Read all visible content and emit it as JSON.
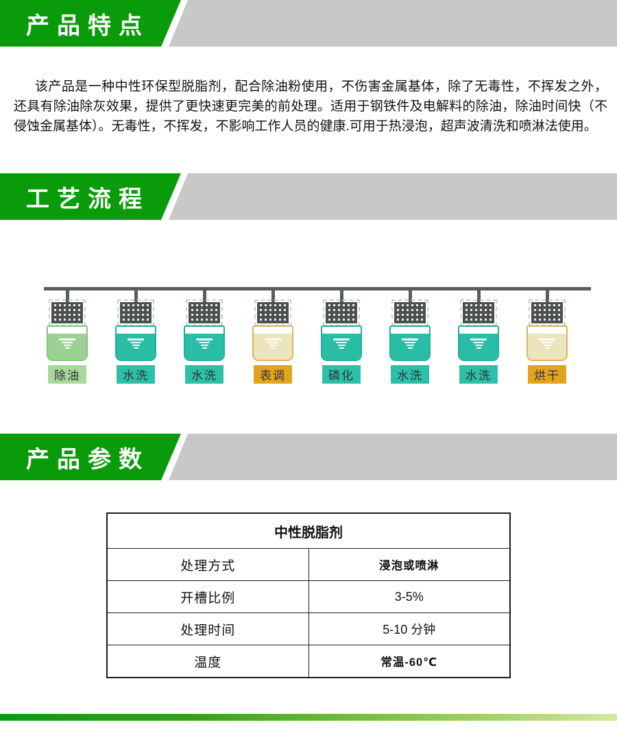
{
  "banners": [
    {
      "title": "产品特点"
    },
    {
      "title": "工艺流程"
    },
    {
      "title": "产品参数"
    }
  ],
  "intro": {
    "text": "该产品是一种中性环保型脱脂剂，配合除油粉使用，不伤害金属基体，除了无毒性，不挥发之外，还具有除油除灰效果，提供了更快速更完美的前处理。适用于钢铁件及电解料的除油，除油时间快（不侵蚀金属基体）。无毒性，不挥发，不影响工作人员的健康.可用于热浸泡，超声波清洗和喷淋法使用。"
  },
  "process": {
    "steps": [
      {
        "label": "除油",
        "type": "green"
      },
      {
        "label": "水洗",
        "type": "teal"
      },
      {
        "label": "水洗",
        "type": "teal"
      },
      {
        "label": "表调",
        "type": "gold"
      },
      {
        "label": "磷化",
        "type": "teal"
      },
      {
        "label": "水洗",
        "type": "teal"
      },
      {
        "label": "水洗",
        "type": "teal"
      },
      {
        "label": "烘干",
        "type": "gold"
      }
    ]
  },
  "table": {
    "title": "中性脱脂剂",
    "rows": [
      {
        "param": "处理方式",
        "value": "浸泡或喷淋",
        "bold": true
      },
      {
        "param": "开槽比例",
        "value": "3-5%",
        "bold": false
      },
      {
        "param": "处理时间",
        "value": "5-10 分钟",
        "bold": false
      },
      {
        "param": "温度",
        "value": "常温-60℃",
        "bold": true
      }
    ]
  },
  "colors": {
    "banner_green": "#0a9b0a",
    "banner_gray": "#c8c8c8",
    "teal": "#2abda6",
    "light_green": "#9dd194",
    "gold_label": "#e2a41c",
    "cream_fill": "#ece4bd",
    "rail_gray": "#595e5b"
  }
}
